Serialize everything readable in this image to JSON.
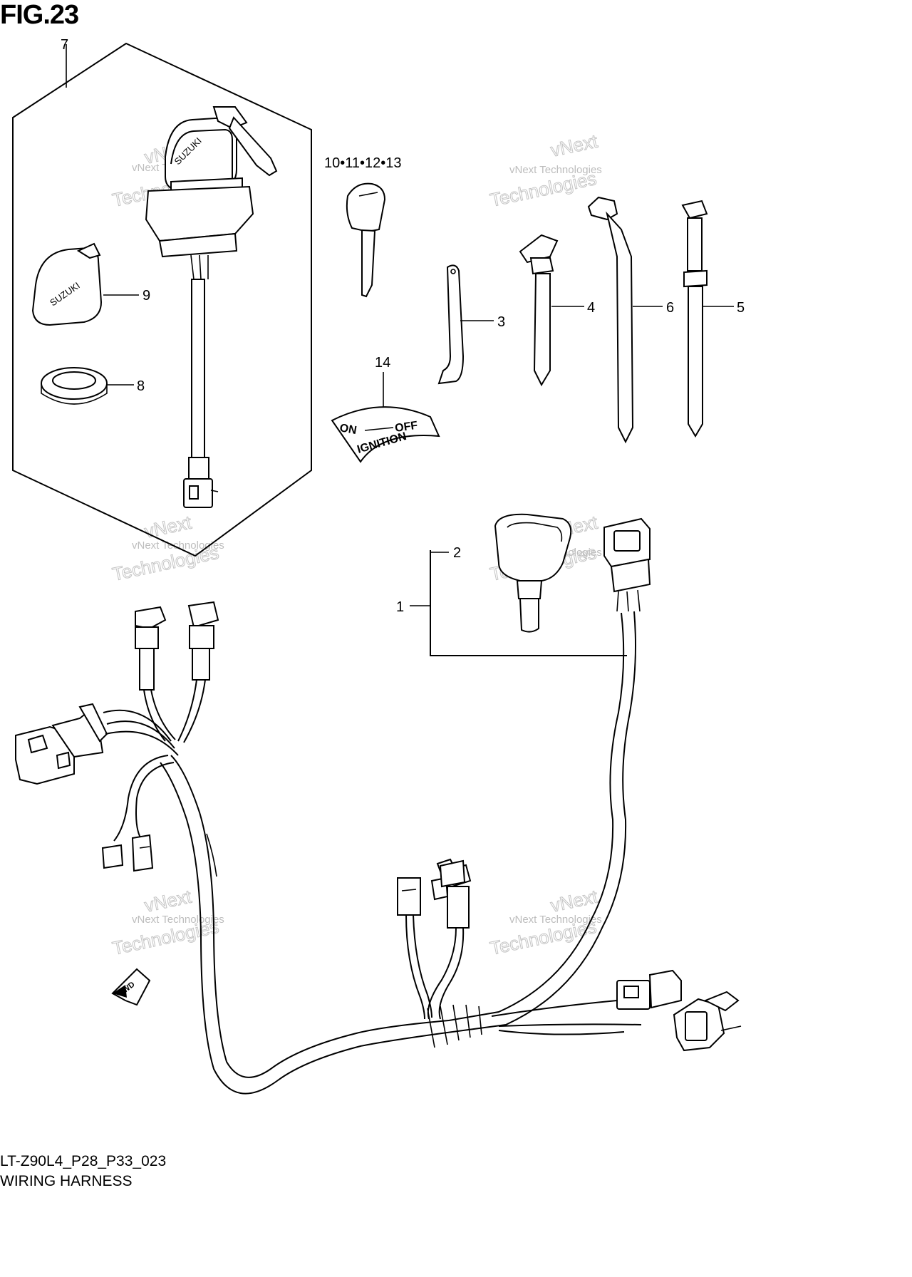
{
  "figure_title": "FIG.23",
  "footer": {
    "model_code": "LT-Z90L4_P28_P33_023",
    "assembly_name": "WIRING HARNESS"
  },
  "callouts": {
    "c1": "1",
    "c2": "2",
    "c3": "3",
    "c4": "4",
    "c5": "5",
    "c6": "6",
    "c7": "7",
    "c8": "8",
    "c9": "9",
    "c10_13": "10•11•12•13",
    "c14": "14"
  },
  "decal": {
    "on": "ON",
    "off": "OFF",
    "ignition": "IGNITION"
  },
  "brand_mark": "SUZUKI",
  "direction_arrow": "FWD",
  "watermark": {
    "line1": "vNext",
    "line2": "vNext Technologies",
    "line3": "Technologies"
  }
}
